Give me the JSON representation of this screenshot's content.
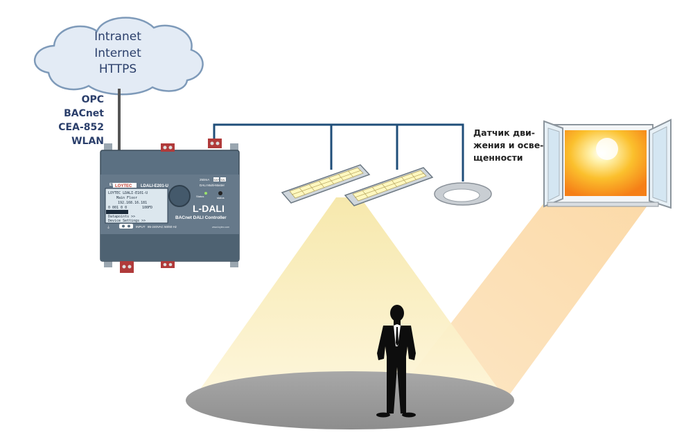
{
  "cloud": {
    "lines": [
      "Intranet",
      "Internet",
      "HTTPS"
    ]
  },
  "protocols": [
    "OPC",
    "BACnet",
    "CEA-852",
    "WLAN"
  ],
  "controller": {
    "brand": "LOYTEC",
    "model": "LDALI-E201-U",
    "brand_name": "L-DALI",
    "subtitle": "BACnet DALI Controller",
    "lcd_lines": [
      "LOYTEC LDALI-E101-U",
      "Main Floor",
      "192.168.16.181",
      "0 001 0 0",
      "Datapoints >>",
      "Device Settings >>"
    ],
    "lcd_code": "100FD",
    "ethernet_label": "ETHERNET",
    "status_label": "Status",
    "input_label": "INPUT",
    "voltage_label": "85-240VAC",
    "freq_label": "50/60 Hz",
    "dali_label": "DALI Multi-Master",
    "current_label": "250mA",
    "terminals": [
      "DA+",
      "DA-"
    ],
    "right_status_label": "status",
    "serial_label": "www.loytec.com"
  },
  "sensor": {
    "label_lines": [
      "Датчик дви-",
      "жения и осве-",
      "щенности"
    ]
  },
  "colors": {
    "cable": "#1f4e79",
    "uplink_cable": "#555555",
    "device_body": "#5b7082",
    "lcd_bg": "#dce7ee",
    "brand_red": "#c0392b",
    "lamp_beam": "#fbeec0",
    "sun_beam": "#fcd9a6",
    "floor": "#9e9e9e",
    "sun": "#f9a825"
  }
}
